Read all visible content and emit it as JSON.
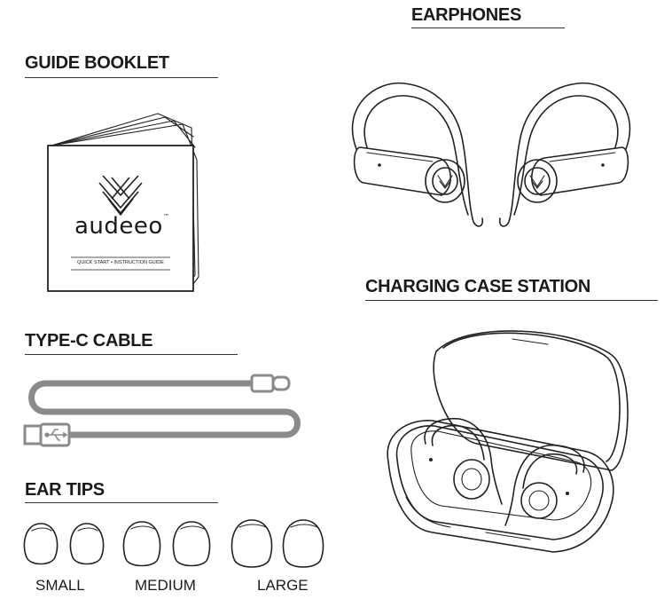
{
  "sections": {
    "guide_booklet": "GUIDE BOOKLET",
    "earphones": "EARPHONES",
    "type_c_cable": "TYPE-C CABLE",
    "charging_case": "CHARGING CASE STATION",
    "ear_tips": "EAR TIPS"
  },
  "booklet": {
    "brand": "audeeo",
    "trademark": "™",
    "subtitle": "QUICK START • INSTRUCTION GUIDE"
  },
  "ear_tips": {
    "sizes": [
      "SMALL",
      "MEDIUM",
      "LARGE"
    ]
  },
  "icons": [
    "audeeo-logo-icon",
    "usb-symbol-icon"
  ],
  "colors": {
    "ink": "#1a1a1a",
    "cable": "#8a8a8a"
  }
}
